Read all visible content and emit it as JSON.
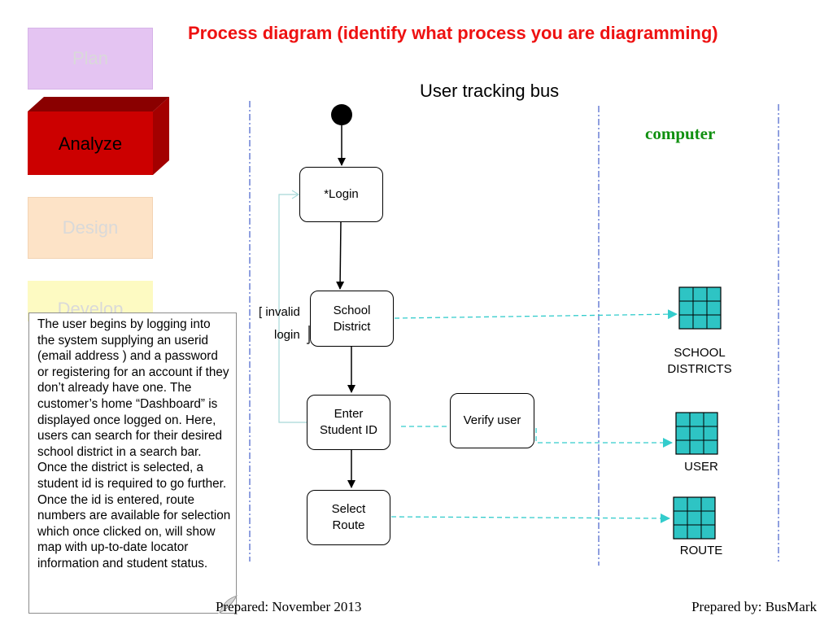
{
  "phases": {
    "plan": "Plan",
    "analyze": "Analyze",
    "design": "Design",
    "develop": "Develop"
  },
  "title": "Process diagram (identify what process you are diagramming)",
  "diagram_title": "User tracking bus",
  "swimlane_label": "computer",
  "nodes": {
    "login": "*Login",
    "school_district": "School\nDistrict",
    "enter_student_id": "Enter\nStudent ID",
    "verify_user": "Verify user",
    "select_route": "Select\nRoute"
  },
  "guard": {
    "line1": "[ invalid",
    "line2": "login"
  },
  "tables": {
    "school_districts": "SCHOOL\nDISTRICTS",
    "user": "USER",
    "route": "ROUTE"
  },
  "description": "The user begins by logging into the system supplying an userid (email address ) and a password or registering for an account if they don’t already have one. The customer’s home “Dashboard” is displayed once logged on. Here, users can search for their desired school district in a search bar. Once the district is selected, a student id is required to go further. Once the id is entered, route numbers are available for selection which once clicked on, will show map with up-to-date locator information and student status.",
  "footer": {
    "prepared_date": "Prepared:  November 2013",
    "prepared_by": "Prepared by: BusMark"
  },
  "colors": {
    "title": "#ee1111",
    "swimlane_label": "#109010",
    "analyze_box": "#cc0000",
    "table_fill": "#2ec4c4",
    "dashed_connector": "#33cccc",
    "lane_divider": "#1f3fbf"
  }
}
